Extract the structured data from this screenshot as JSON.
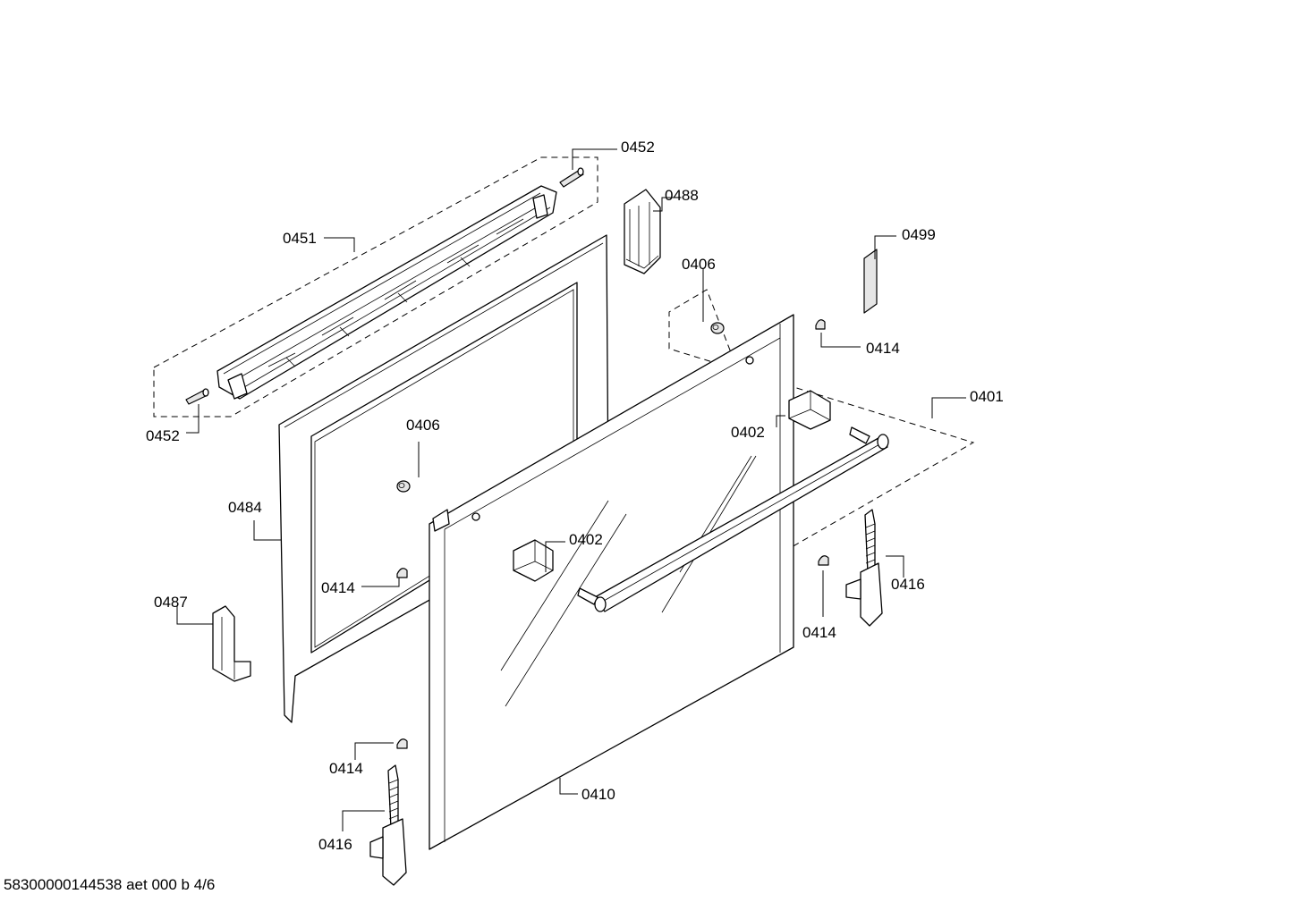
{
  "labels": {
    "l0452a": "0452",
    "l0488": "0488",
    "l0499": "0499",
    "l0451": "0451",
    "l0406a": "0406",
    "l0414a": "0414",
    "l0401": "0401",
    "l0452b": "0452",
    "l0402a": "0402",
    "l0406b": "0406",
    "l0484": "0484",
    "l0402b": "0402",
    "l0416a": "0416",
    "l0414b": "0414",
    "l0487": "0487",
    "l0414c": "0414",
    "l0414d": "0414",
    "l0410": "0410",
    "l0416b": "0416"
  },
  "footer": "58300000144538 aet 000 b 4/6"
}
